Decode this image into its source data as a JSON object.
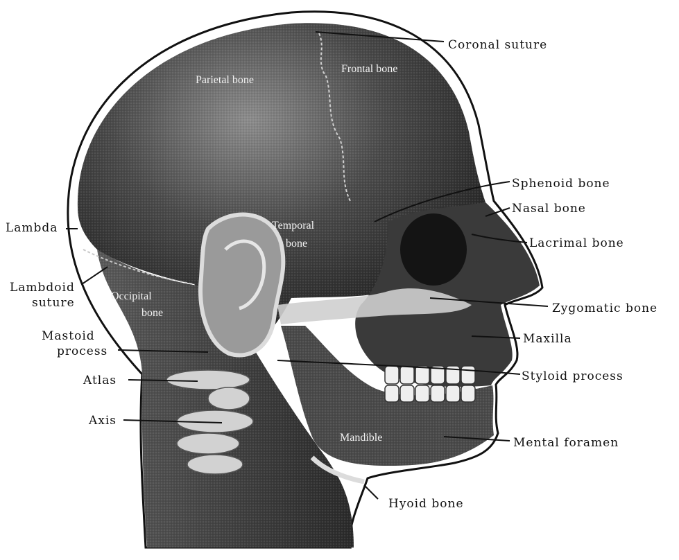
{
  "labels": {
    "coronal_suture": "Coronal suture",
    "frontal_bone": "Frontal bone",
    "parietal_bone": "Parietal bone",
    "sphenoid_bone": "Sphenoid bone",
    "nasal_bone": "Nasal bone",
    "lacrimal_bone": "Lacrimal bone",
    "lambda": "Lambda",
    "temporal_bone_1": "Temporal",
    "temporal_bone_2": "bone",
    "lambdoid_suture_1": "Lambdoid",
    "lambdoid_suture_2": "suture",
    "occipital_bone_1": "Occipital",
    "occipital_bone_2": "bone",
    "zygomatic_bone": "Zygomatic bone",
    "mastoid_process_1": "Mastoid",
    "mastoid_process_2": "process",
    "maxilla": "Maxilla",
    "styloid_process": "Styloid process",
    "atlas": "Atlas",
    "axis": "Axis",
    "mandible": "Mandible",
    "mental_foramen": "Mental foramen",
    "hyoid_bone": "Hyoid bone"
  },
  "colors": {
    "ink": "#111111",
    "skull_dark": "#2a2a2a",
    "bone_light": "#d9d9d9",
    "background": "#ffffff"
  }
}
